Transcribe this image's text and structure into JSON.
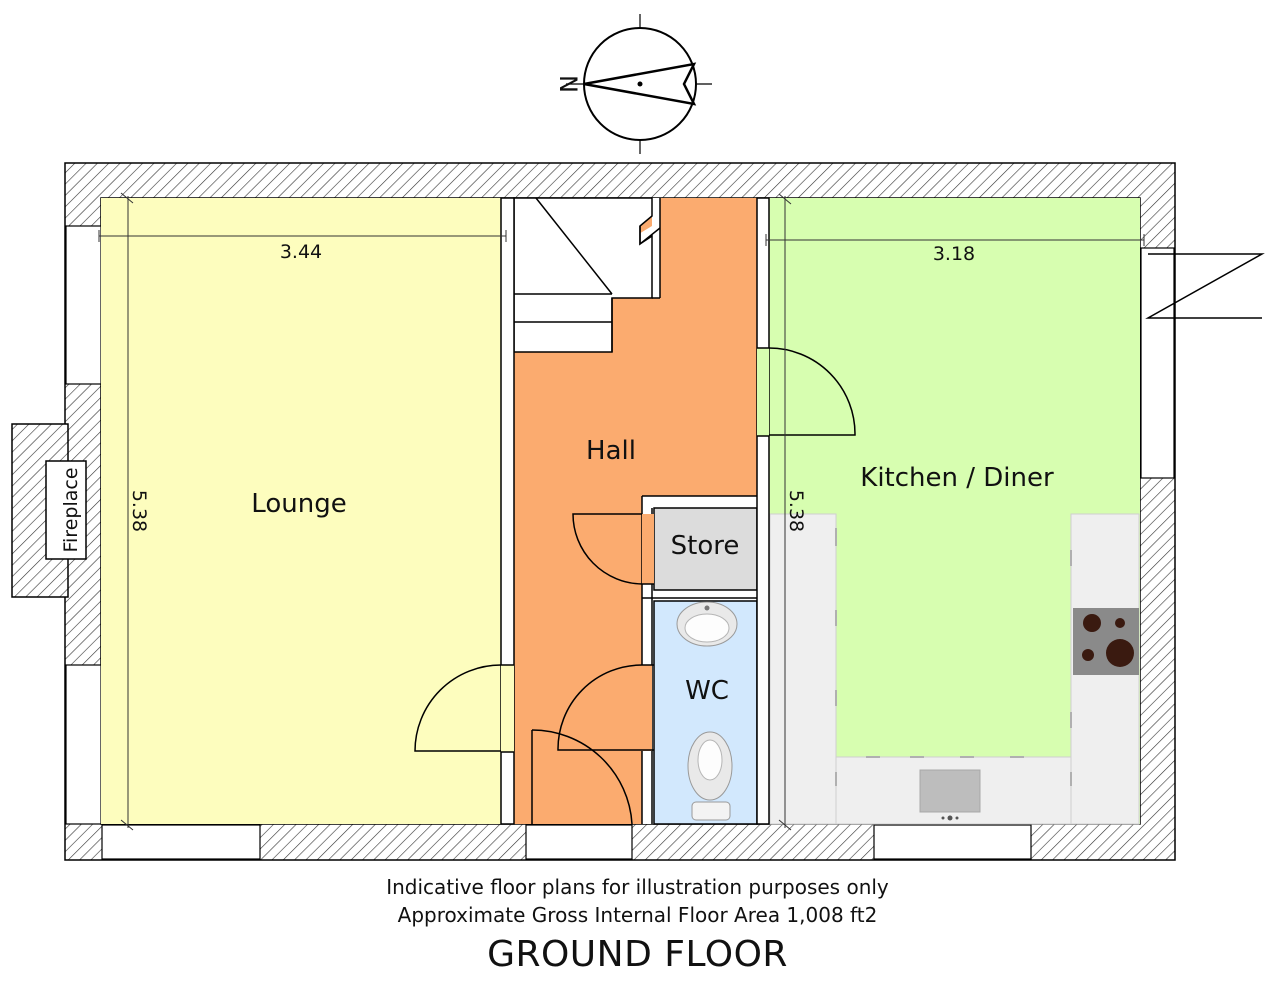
{
  "compass": {
    "label": "N"
  },
  "rooms": {
    "lounge": {
      "label": "Lounge",
      "color": "#fdfdbe"
    },
    "hall": {
      "label": "Hall",
      "color": "#fbab6f"
    },
    "kitchen": {
      "label": "Kitchen / Diner",
      "color": "#d7feb0"
    },
    "store": {
      "label": "Store",
      "color": "#dcdcdc"
    },
    "wc": {
      "label": "WC",
      "color": "#d2e8fd"
    },
    "fireplace": {
      "label": "Fireplace"
    }
  },
  "dimensions": {
    "lounge_width": "3.44",
    "lounge_length": "5.38",
    "kitchen_width": "3.18",
    "kitchen_length": "5.38"
  },
  "notes": {
    "line1": "Indicative floor plans for illustration purposes only",
    "line2": "Approximate Gross Internal Floor Area 1,008 ft2"
  },
  "floor_title": "GROUND FLOOR"
}
